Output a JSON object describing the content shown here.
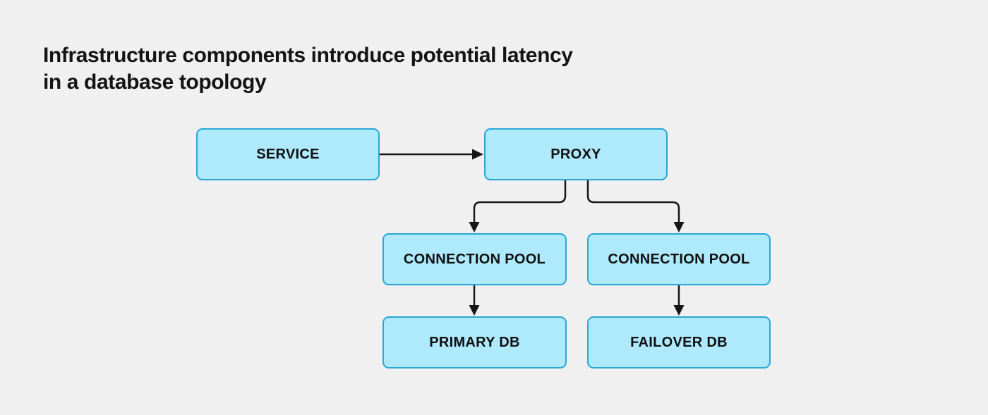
{
  "title": {
    "full": "Infrastructure components introduce potential latency in a database topology",
    "lines": [
      "Infrastructure components introduce potential latency",
      "in a database topology"
    ]
  },
  "diagram": {
    "nodes": [
      {
        "id": "service",
        "label": "SERVICE"
      },
      {
        "id": "proxy",
        "label": "PROXY"
      },
      {
        "id": "connection-pool-left",
        "label": "CONNECTION POOL"
      },
      {
        "id": "connection-pool-right",
        "label": "CONNECTION POOL"
      },
      {
        "id": "primary-db",
        "label": "PRIMARY DB"
      },
      {
        "id": "failover-db",
        "label": "FAILOVER DB"
      }
    ],
    "edges": [
      {
        "from": "service",
        "to": "proxy",
        "direction": "right"
      },
      {
        "from": "proxy",
        "to": "connection-pool-left",
        "direction": "down-left"
      },
      {
        "from": "proxy",
        "to": "connection-pool-right",
        "direction": "down-right"
      },
      {
        "from": "connection-pool-left",
        "to": "primary-db",
        "direction": "down"
      },
      {
        "from": "connection-pool-right",
        "to": "failover-db",
        "direction": "down"
      }
    ]
  },
  "colors": {
    "background": "#f0f0f0",
    "node_fill": "#aee9fc",
    "node_border": "#2aa7d6",
    "connector": "#161616",
    "title_color": "#141414",
    "label_color": "#101010"
  }
}
